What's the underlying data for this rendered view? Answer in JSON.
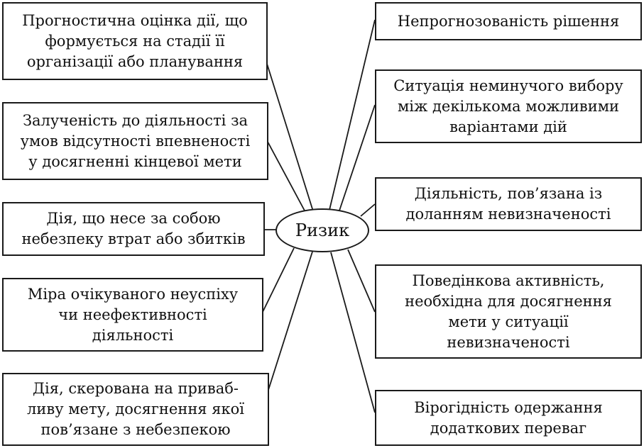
{
  "center": "Ризик",
  "left_boxes": [
    [
      "Прогностична оцінка дії, що",
      "формується на стадії її",
      "організації або планування"
    ],
    [
      "Залученість до діяльності за",
      "умов відсутності впевненості",
      "у досягненні кінцевої мети"
    ],
    [
      "Дія, що несе за собою",
      "небезпеку втрат або збитків"
    ],
    [
      "Міра очікуваного неуспіху",
      "чи неефективності",
      "діяльності"
    ],
    [
      "Дія, скерована на приваб-",
      "ливу мету, досягнення якої",
      "пов’язане з небезпекою"
    ]
  ],
  "right_boxes": [
    [
      "Непрогнозованість рішення"
    ],
    [
      "Ситуація неминучого вибору",
      "між декількома можливими",
      "варіантами дій"
    ],
    [
      "Діяльність, пов’язана із",
      "доланням невизначеності"
    ],
    [
      "Поведінкова активність,",
      "необхідна для досягнення",
      "мети у ситуації",
      "невизначеності"
    ],
    [
      "Вірогідність одержання",
      "додаткових переваг"
    ]
  ]
}
